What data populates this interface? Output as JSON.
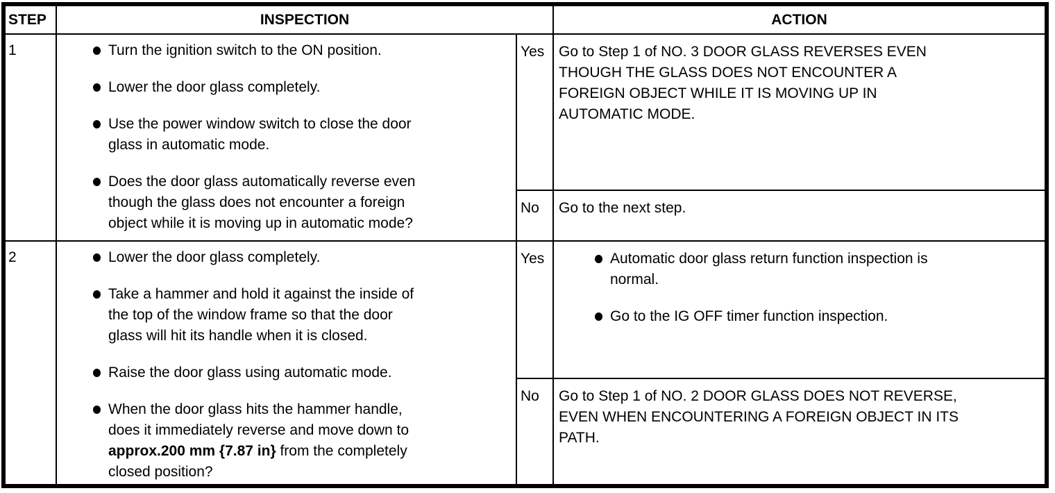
{
  "table": {
    "header": {
      "step": "STEP",
      "inspection": "INSPECTION",
      "action": "ACTION"
    },
    "rows": [
      {
        "step": "1",
        "inspection": [
          "Turn the ignition switch to the ON position.",
          "Lower the door glass completely.",
          "Use the power window switch to close the door glass in automatic mode.",
          "Does the door glass automatically reverse even though the glass does not encounter a foreign object while it is moving up in automatic mode?"
        ],
        "actions": [
          {
            "answer": "Yes",
            "text": "Go to Step 1 of NO. 3 DOOR GLASS REVERSES EVEN THOUGH THE GLASS DOES NOT ENCOUNTER A FOREIGN OBJECT WHILE IT IS MOVING UP IN AUTOMATIC MODE."
          },
          {
            "answer": "No",
            "text": "Go to the next step."
          }
        ]
      },
      {
        "step": "2",
        "inspection": [
          "Lower the door glass completely.",
          "Take a hammer and hold it against the inside of the top of the window frame so that the door glass will hit its handle when it is closed.",
          "Raise the door glass using automatic mode.",
          {
            "pre": "When the door glass hits the hammer handle, does it immediately reverse and move down to ",
            "bold": "approx.200 mm {7.87 in}",
            "post": " from the completely closed position?"
          }
        ],
        "actions": [
          {
            "answer": "Yes",
            "bullets": [
              "Automatic door glass return function inspection is normal.",
              "Go to the IG OFF timer function inspection."
            ]
          },
          {
            "answer": "No",
            "text": "Go to Step 1 of NO. 2 DOOR GLASS DOES NOT REVERSE, EVEN WHEN ENCOUNTERING A FOREIGN OBJECT IN ITS PATH."
          }
        ]
      }
    ]
  }
}
